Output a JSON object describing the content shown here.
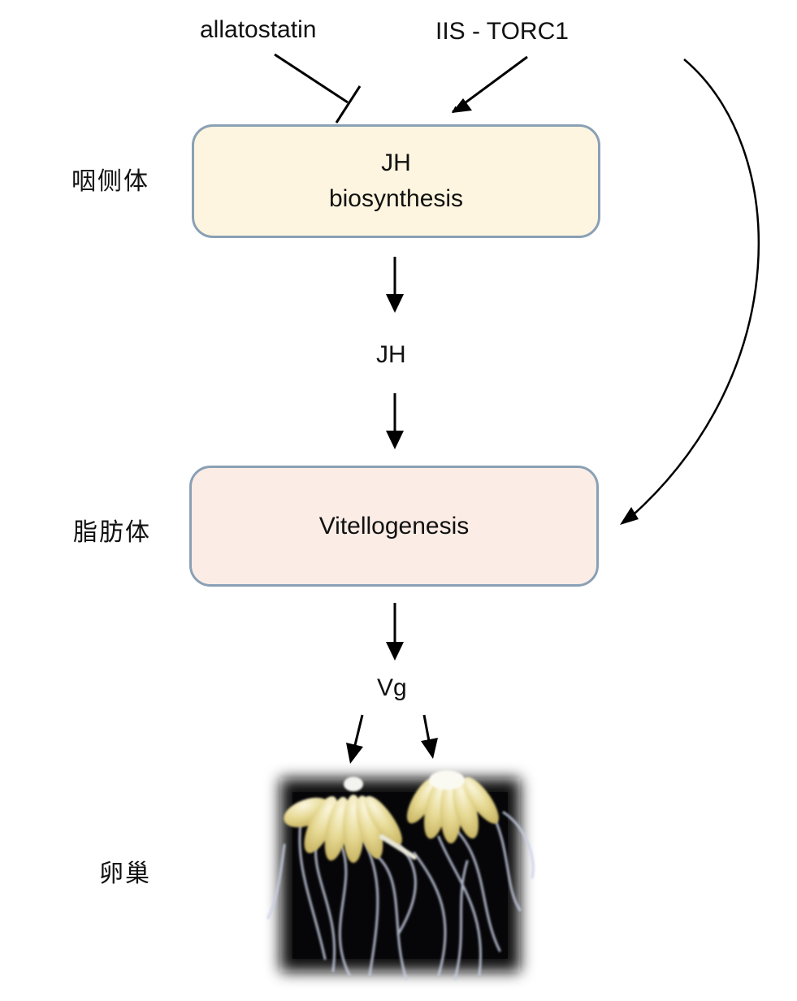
{
  "diagram": {
    "title": "JH-regulated vitellogenesis pathway",
    "inputs": {
      "allatostatin": {
        "label": "allatostatin",
        "relation": "inhibits",
        "target": "jh_biosynthesis"
      },
      "iis_torc1": {
        "label": "IIS - TORC1",
        "relation": "activates",
        "targets": [
          "jh_biosynthesis",
          "vitellogenesis"
        ]
      }
    },
    "tissues": {
      "corpora_allata": "咽侧体",
      "fat_body": "脂肪体",
      "ovary": "卵巢"
    },
    "nodes": {
      "jh_biosynthesis": {
        "lines": [
          "JH",
          "biosynthesis"
        ],
        "fill": "#fdf5df",
        "border": "#8aa0b5"
      },
      "vitellogenesis": {
        "lines": [
          "Vitellogenesis"
        ],
        "fill": "#fbede6",
        "border": "#8aa0b5"
      }
    },
    "intermediates": {
      "jh": "JH",
      "vg": "Vg"
    },
    "edges": [
      {
        "from": "allatostatin",
        "to": "jh_biosynthesis",
        "type": "inhibition"
      },
      {
        "from": "iis_torc1",
        "to": "jh_biosynthesis",
        "type": "activation"
      },
      {
        "from": "iis_torc1",
        "to": "vitellogenesis",
        "type": "activation",
        "shape": "curved"
      },
      {
        "from": "jh_biosynthesis",
        "to": "jh",
        "type": "activation"
      },
      {
        "from": "jh",
        "to": "vitellogenesis",
        "type": "activation"
      },
      {
        "from": "vitellogenesis",
        "to": "vg",
        "type": "activation"
      },
      {
        "from": "vg",
        "to": "ovary_image",
        "type": "activation",
        "count": 2
      }
    ],
    "ovary_image": {
      "description": "photo of two yellow ovaries with white tracheae on black background"
    },
    "colors": {
      "line": "#000000",
      "box_border": "#8aa0b5"
    }
  }
}
